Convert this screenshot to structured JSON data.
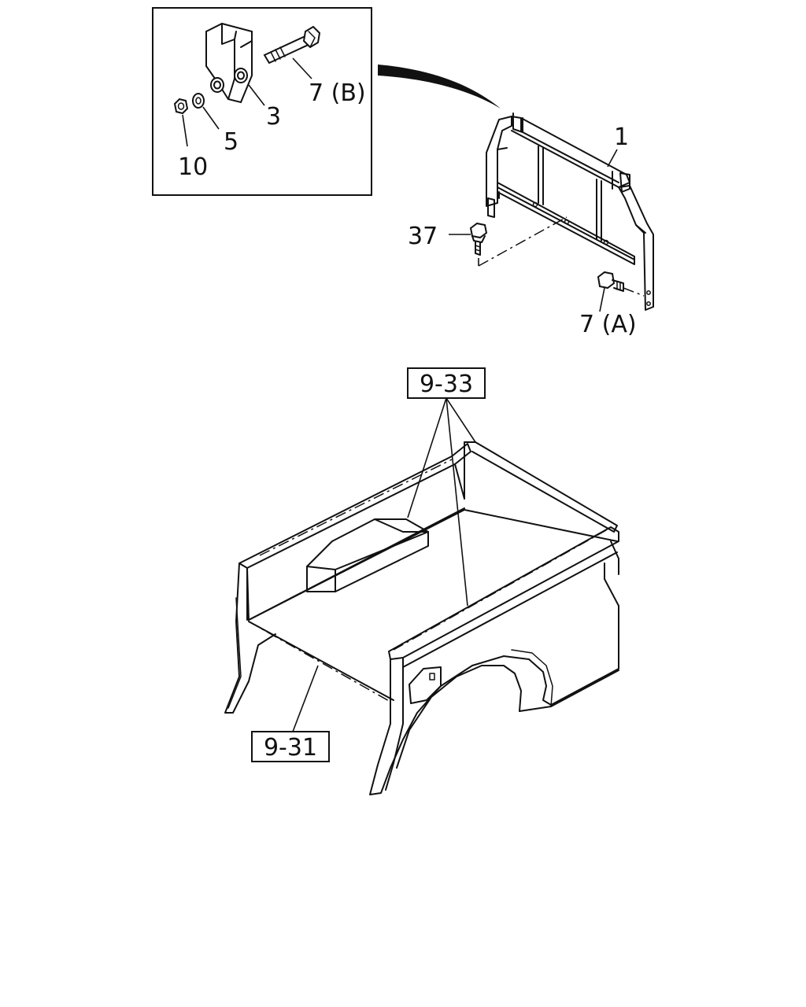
{
  "callouts": {
    "part_1": "1",
    "part_3": "3",
    "part_5": "5",
    "part_7a": "7 (A)",
    "part_7b": "7 (B)",
    "part_10": "10",
    "part_37": "37"
  },
  "references": {
    "ref_cargo_bed": "9-31",
    "ref_wheel_house": "9-33"
  }
}
